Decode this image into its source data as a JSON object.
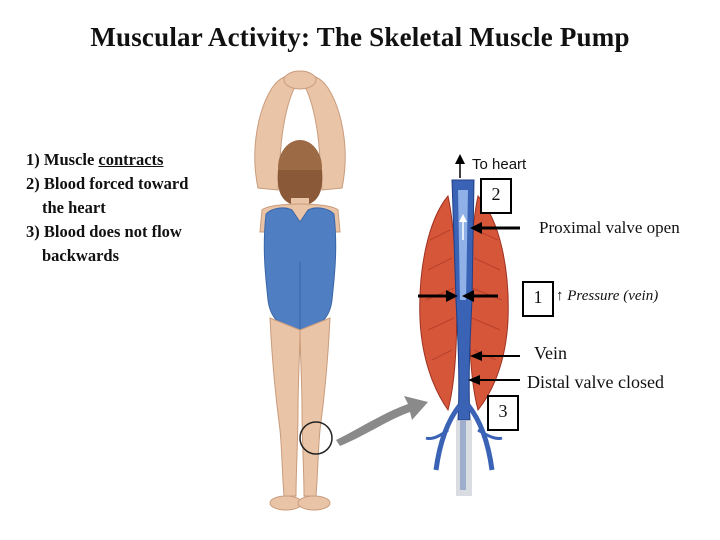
{
  "title": "Muscular Activity: The Skeletal Muscle Pump",
  "steps": {
    "s1_prefix": "1) Muscle ",
    "s1_emph": "contracts",
    "s2_line1": "2) Blood forced toward",
    "s2_line2": "the heart",
    "s3_line1": "3) Blood does not flow",
    "s3_line2": "backwards"
  },
  "diagram": {
    "to_heart": "To heart",
    "proximal_valve": "Proximal valve open",
    "pressure": "↑ Pressure (vein)",
    "vein": "Vein",
    "distal_valve": "Distal valve closed",
    "markers": [
      "2",
      "1",
      "3"
    ]
  },
  "colors": {
    "skin": "#e9c4a6",
    "swimsuit": "#4f7fc2",
    "hair": "#9c6a44",
    "muscle": "#d6563a",
    "vein": "#3a63b5",
    "arrow_gray": "#8a8a8a"
  }
}
